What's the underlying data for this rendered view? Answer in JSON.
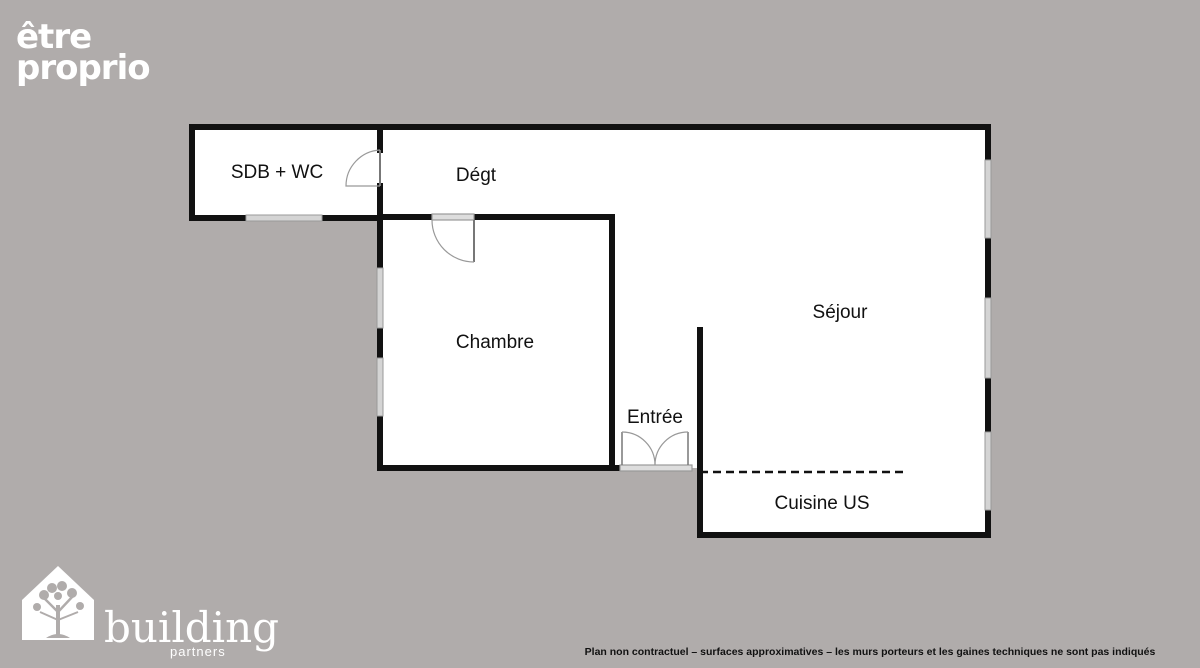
{
  "logos": {
    "etre_proprio": {
      "line1": "être",
      "line2": "proprio"
    },
    "building_partners": {
      "word": "building",
      "sub": "partners",
      "icon": "tree-house-icon"
    }
  },
  "rooms": {
    "sdb_wc": "SDB + WC",
    "degt": "Dégt",
    "chambre": "Chambre",
    "sejour": "Séjour",
    "entree": "Entrée",
    "cuisine": "Cuisine US"
  },
  "disclaimer": "Plan non contractuel – surfaces approximatives – les murs porteurs et les gaines techniques ne sont pas indiqués",
  "colors": {
    "background": "#b0acab",
    "floor": "#ffffff",
    "wall": "#111111",
    "window": "#c8c8c8",
    "logo": "#ffffff"
  }
}
